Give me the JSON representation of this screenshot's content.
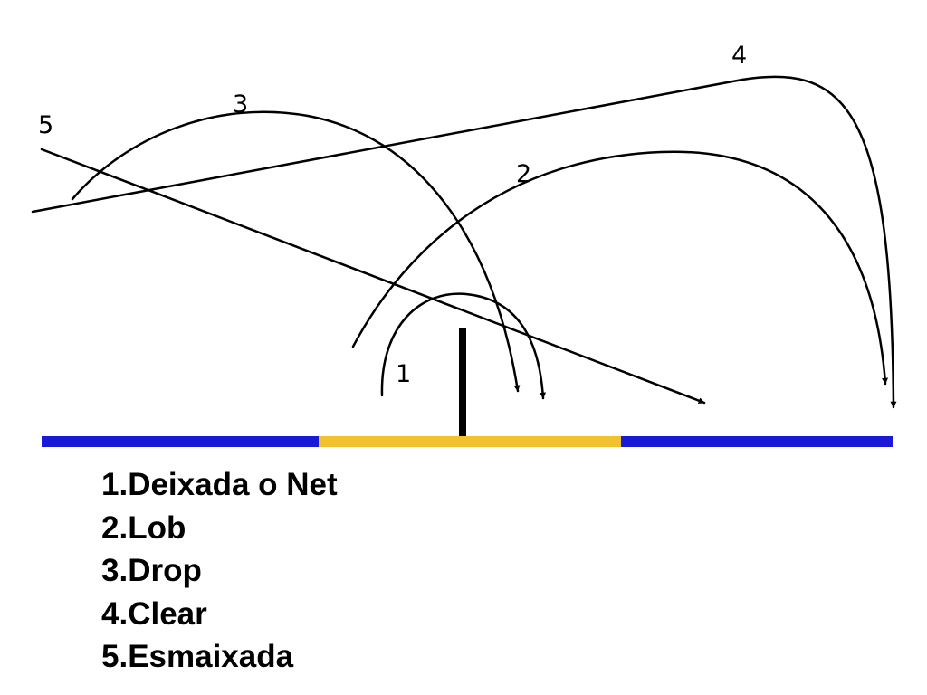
{
  "court": {
    "court_color": "#1a1ad6",
    "front_zone_color": "#f2c12e",
    "net_color": "#000000"
  },
  "shots": [
    {
      "id": "1",
      "label": "1",
      "name": "Deixada o Net"
    },
    {
      "id": "2",
      "label": "2",
      "name": "Lob"
    },
    {
      "id": "3",
      "label": "3",
      "name": "Drop"
    },
    {
      "id": "4",
      "label": "4",
      "name": "Clear"
    },
    {
      "id": "5",
      "label": "5",
      "name": "Esmaixada"
    }
  ],
  "legend": {
    "items": [
      "1.Deixada o Net",
      "2.Lob",
      "3.Drop",
      "4.Clear",
      "5.Esmaixada"
    ]
  }
}
